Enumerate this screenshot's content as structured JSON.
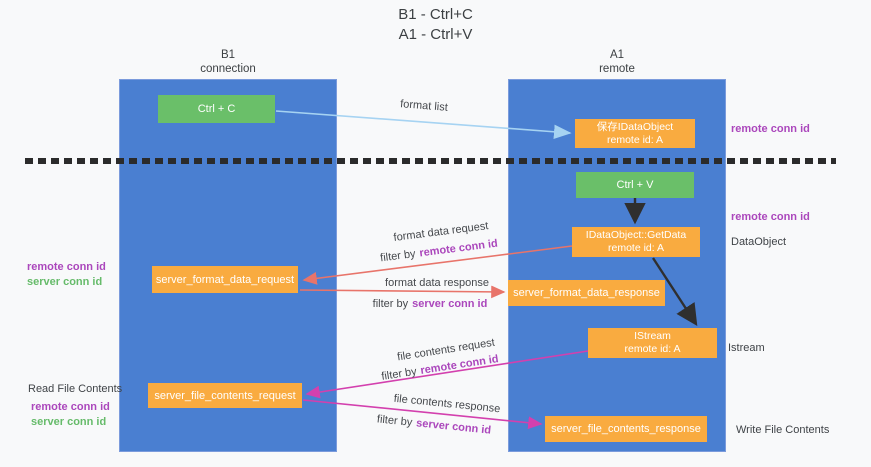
{
  "title": {
    "line1": "B1 - Ctrl+C",
    "line2": "A1 - Ctrl+V"
  },
  "lanes": {
    "left": {
      "name": "B1",
      "role": "connection"
    },
    "right": {
      "name": "A1",
      "role": "remote"
    }
  },
  "nodes": {
    "ctrl_c": {
      "label": "Ctrl + C"
    },
    "save_idataobject": {
      "line1": "保存IDataObject",
      "line2": "remote id: A"
    },
    "ctrl_v": {
      "label": "Ctrl + V"
    },
    "idataobject_getdata": {
      "line1": "IDataObject::GetData",
      "line2": "remote id: A"
    },
    "server_format_data_request": {
      "label": "server_format_data_request"
    },
    "server_format_data_response": {
      "label": "server_format_data_response"
    },
    "istream": {
      "line1": "IStream",
      "line2": "remote id: A"
    },
    "server_file_contents_request": {
      "label": "server_file_contents_request"
    },
    "server_file_contents_response": {
      "label": "server_file_contents_response"
    }
  },
  "edges": {
    "format_list": {
      "label": "format list"
    },
    "format_data_request": {
      "label": "format data request",
      "filter_prefix": "filter by",
      "filter_key": "remote conn id"
    },
    "format_data_response": {
      "label": "format data response",
      "filter_prefix": "filter by",
      "filter_key": "server conn id"
    },
    "file_contents_request": {
      "label": "file contents request",
      "filter_prefix": "filter by",
      "filter_key": "remote conn id"
    },
    "file_contents_response": {
      "label": "file contents response",
      "filter_prefix": "filter by",
      "filter_key": "server conn id"
    }
  },
  "annotations": {
    "right": {
      "remote_conn_id_top": "remote conn id",
      "remote_conn_id_mid": "remote conn id",
      "dataobject": "DataObject",
      "istream": "Istream",
      "write_file_contents": "Write File Contents"
    },
    "left": {
      "remote_conn_id_top": "remote conn id",
      "server_conn_id_top": "server conn id",
      "read_file_contents": "Read File Contents",
      "remote_conn_id_bottom": "remote conn id",
      "server_conn_id_bottom": "server conn id"
    }
  },
  "colors": {
    "lane_blue": "#4a7fd1",
    "node_orange": "#f9ab40",
    "node_green": "#6abf69",
    "arrow_light_blue": "#a6d3f2",
    "arrow_red": "#e8746a",
    "arrow_magenta": "#d340ae",
    "arrow_black": "#2f2f2f",
    "label_purple": "#ab47bc",
    "label_green": "#66bb6a"
  }
}
